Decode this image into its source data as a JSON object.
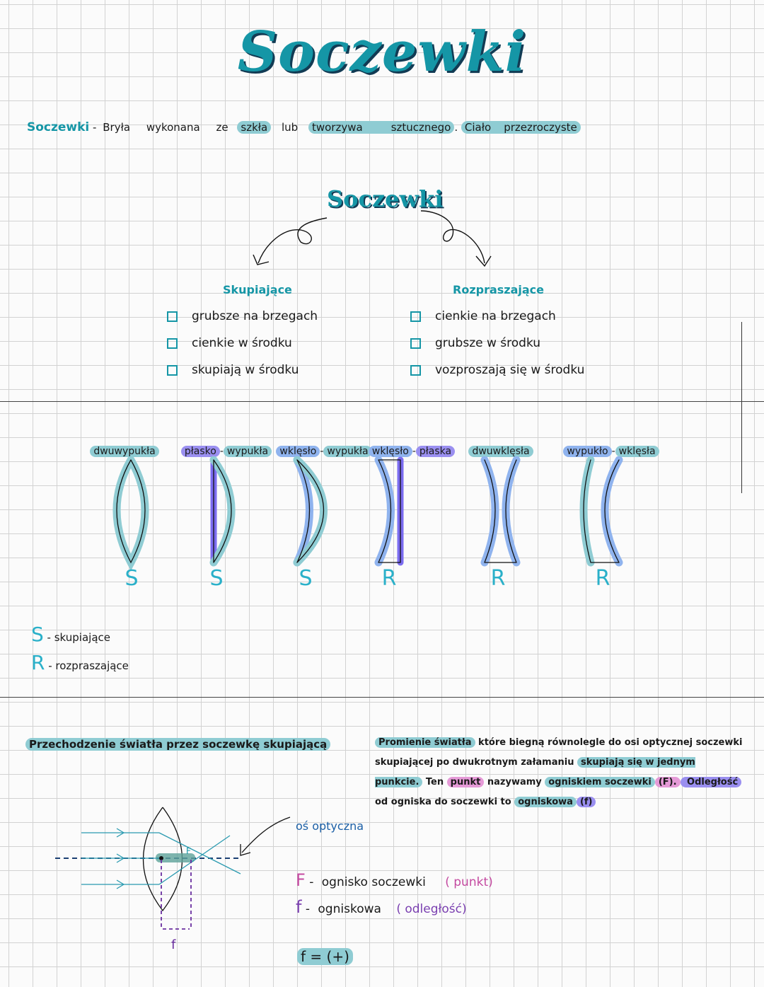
{
  "title": "Soczewki",
  "definition": {
    "term": "Soczewki",
    "dash": "-",
    "words": [
      "Bryła",
      "wykonana",
      "ze",
      "szkła",
      "lub",
      "tworzywa",
      "sztucznego",
      ".",
      "Ciało",
      "przezroczyste"
    ]
  },
  "diagram": {
    "center": "Soczewki",
    "left": {
      "heading": "Skupiające",
      "items": [
        "grubsze na brzegach",
        "cienkie w środku",
        "skupiają w środku"
      ]
    },
    "right": {
      "heading": "Rozpraszające",
      "items": [
        "cienkie na brzegach",
        "grubsze w środku",
        "vozproszają się w środku"
      ]
    }
  },
  "lenses": [
    {
      "name": "dwuwypukła",
      "letter": "S"
    },
    {
      "name1": "płasko",
      "name2": "wypukła",
      "letter": "S"
    },
    {
      "name1": "wklęsło",
      "name2": "wypukła",
      "letter": "S"
    },
    {
      "name1": "wklęsło",
      "name2": "płaska",
      "letter": "R"
    },
    {
      "name": "dwuwklęsła",
      "letter": "R"
    },
    {
      "name1": "wypukło",
      "name2": "wklęsła",
      "letter": "R"
    }
  ],
  "legend": [
    {
      "letter": "S",
      "text": "skupiające"
    },
    {
      "letter": "R",
      "text": "rozpraszające"
    }
  ],
  "section": {
    "title": "Przechodzenie światła przez soczewkę skupiającą",
    "para": {
      "p1": "Promienie światła",
      "p2": " które biegną równolegle do osi optycznej soczewki skupiającej po dwukrotnym załamaniu ",
      "p3": "skupiają się w jednym punkcie.",
      "p4": " Ten ",
      "p5": "punkt",
      "p6": " nazywamy ",
      "p7": "ogniskiem soczewki",
      "p8": "(F).",
      "p9": " Odległość",
      "p10": " od ogniska do soczewki to ",
      "p11": "ogniskowa",
      "p12": "(f)"
    },
    "axis_label": "oś optyczna",
    "symbols": [
      {
        "sym": "F",
        "dash": "-",
        "name": "ognisko soczewki",
        "note": "( punkt)"
      },
      {
        "sym": "f",
        "dash": "-",
        "name": "ogniskowa",
        "note": "( odległość)"
      }
    ],
    "diagram_F": "F",
    "diagram_f": "f",
    "formula": "f = (+)"
  },
  "colors": {
    "teal": "#1596a6",
    "lightTeal": "#8fccd3",
    "blue": "#8fb3ee",
    "purple": "#9a8ff0",
    "pink": "#e59ad7"
  }
}
